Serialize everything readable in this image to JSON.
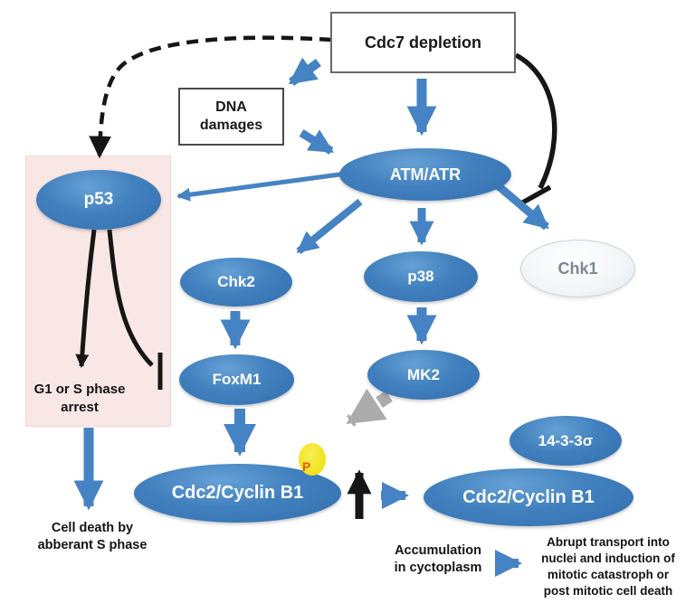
{
  "boxes": {
    "cdc7": {
      "label": "Cdc7 depletion"
    },
    "dna": {
      "label": "DNA\ndamages"
    }
  },
  "nodes": {
    "p53": "p53",
    "atm_atr": "ATM/ATR",
    "chk2": "Chk2",
    "p38": "p38",
    "chk1": "Chk1",
    "foxm1": "FoxM1",
    "mk2": "MK2",
    "cdc2_cytoplasmic": "Cdc2/Cyclin B1",
    "fourteen_three_three_sigma": "14-3-3σ",
    "cdc2_nuclear": "Cdc2/Cyclin B1"
  },
  "labels": {
    "arrest": "G1 or S phase\narrest",
    "cell_death": "Cell death by\nabberant S phase",
    "accumulation": "Accumulation\nin cyctoplasm",
    "abrupt_transport": "Abrupt transport into\nnuclei and induction of\nmitotic catastroph or\npost mitotic cell death",
    "phospho": "P"
  },
  "colors": {
    "node_blue": "#4180be",
    "node_blue_dark": "#336eae",
    "chk1_gray_text": "#7d8793",
    "arrow_blue": "#4583c4",
    "arrow_black": "#161616",
    "arrow_gray": "#ababab",
    "panel_pink": "#f8e7e5",
    "phospho_yellow": "#f2e11c",
    "phospho_p_orange": "#dd5f00"
  }
}
